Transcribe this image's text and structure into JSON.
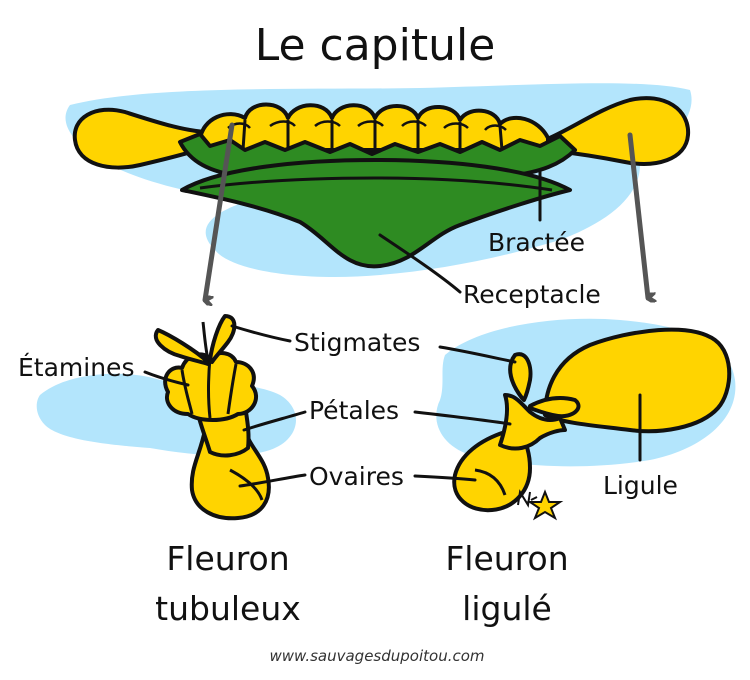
{
  "title": "Le capitule",
  "labels": {
    "bractee": "Bractée",
    "receptacle": "Receptacle",
    "etamines": "Étamines",
    "stigmates": "Stigmates",
    "petales": "Pétales",
    "ovaires": "Ovaires",
    "ligule": "Ligule"
  },
  "captions": {
    "tubular_line1": "Fleuron",
    "tubular_line2": "tubuleux",
    "ligulate_line1": "Fleuron",
    "ligulate_line2": "ligulé"
  },
  "website": "www.sauvagesdupoitou.com",
  "colors": {
    "yellow": "#FFD400",
    "green": "#2E8B22",
    "dark_green": "#1F6B17",
    "sky_blue": "#B3E5FC",
    "outline": "#111111",
    "arrow": "#555555"
  }
}
